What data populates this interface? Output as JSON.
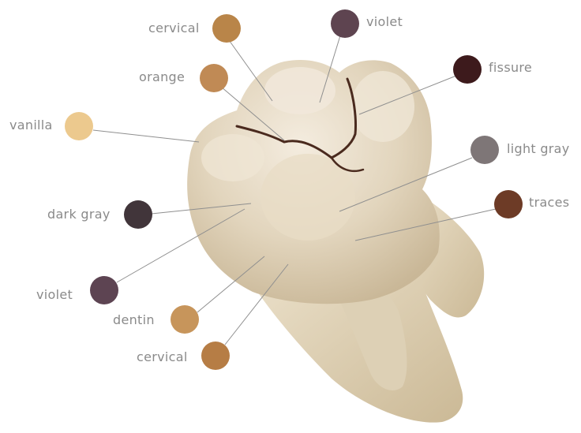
{
  "figure": {
    "subject": "molar tooth"
  },
  "swatches": [
    {
      "id": "cervical-top",
      "label": "cervical",
      "color": "#b98549"
    },
    {
      "id": "violet-top",
      "label": "violet",
      "color": "#5e4450"
    },
    {
      "id": "orange",
      "label": "orange",
      "color": "#c08a55"
    },
    {
      "id": "fissure",
      "label": "fissure",
      "color": "#3d1a1c"
    },
    {
      "id": "vanilla",
      "label": "vanilla",
      "color": "#ecc98e"
    },
    {
      "id": "light-gray",
      "label": "light gray",
      "color": "#7e7677"
    },
    {
      "id": "traces",
      "label": "traces",
      "color": "#6d3b26"
    },
    {
      "id": "dark-gray",
      "label": "dark gray",
      "color": "#41353a"
    },
    {
      "id": "violet-bottom",
      "label": "violet",
      "color": "#5d4452"
    },
    {
      "id": "dentin",
      "label": "dentin",
      "color": "#c7955b"
    },
    {
      "id": "cervical-bottom",
      "label": "cervical",
      "color": "#b67d45"
    }
  ]
}
